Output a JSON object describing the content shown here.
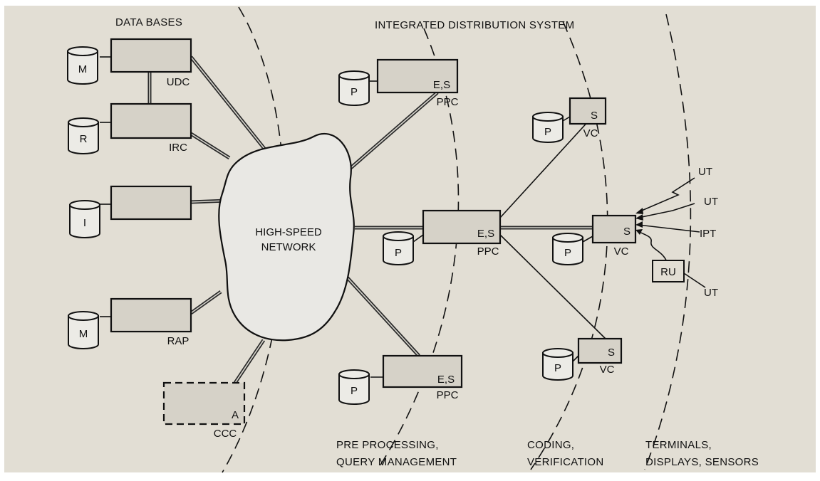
{
  "sections": {
    "databases": "DATA BASES",
    "ids": "INTEGRATED DISTRIBUTION SYSTEM",
    "preproc_1": "PRE PROCESSING,",
    "preproc_2": "QUERY MANAGEMENT",
    "coding_1": "CODING,",
    "coding_2": "VERIFICATION",
    "terminals_1": "TERMINALS,",
    "terminals_2": "DISPLAYS, SENSORS"
  },
  "network": {
    "line1": "HIGH-SPEED",
    "line2": "NETWORK"
  },
  "databases": [
    {
      "name": "UDC",
      "disk": "M"
    },
    {
      "name": "IRC",
      "disk": "R"
    },
    {
      "name": "",
      "disk": "I"
    },
    {
      "name": "RAP",
      "disk": "M"
    },
    {
      "name": "CCC",
      "tag": "A"
    }
  ],
  "ppc": [
    {
      "name": "PPC",
      "tag": "E,S",
      "disk": "P"
    },
    {
      "name": "PPC",
      "tag": "E,S",
      "disk": "P"
    },
    {
      "name": "PPC",
      "tag": "E,S",
      "disk": "P"
    }
  ],
  "vc": [
    {
      "name": "VC",
      "tag": "S",
      "disk": "P"
    },
    {
      "name": "VC",
      "tag": "S",
      "disk": "P"
    },
    {
      "name": "VC",
      "tag": "S",
      "disk": "P"
    }
  ],
  "terminals": {
    "ut1": "UT",
    "ut2": "UT",
    "ipt": "IPT",
    "ru": "RU",
    "ut3": "UT"
  },
  "colors": {
    "background": "#e2ded4",
    "box_fill": "#d6d2c8",
    "cloud_fill": "#e9e8e4",
    "ink": "#111111"
  }
}
